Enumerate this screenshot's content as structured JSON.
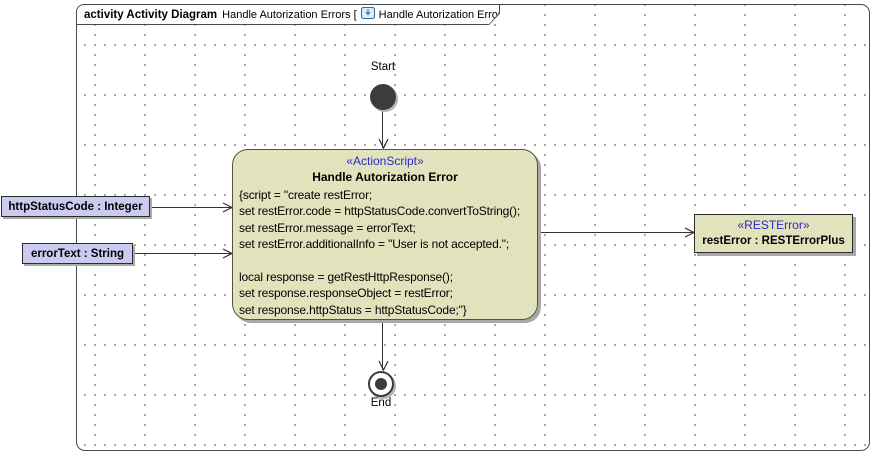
{
  "header": {
    "keyword": "activity Activity Diagram",
    "title_pre": "Handle Autorization Errors [",
    "title_post": "Handle Autorization Errors ]",
    "icon": "activity-diagram-icon"
  },
  "start": {
    "label": "Start"
  },
  "end": {
    "label": "End"
  },
  "action": {
    "stereotype": "«ActionScript»",
    "name": "Handle Autorization Error",
    "body_lines": [
      "{script = \"create restError;",
      "set restError.code = httpStatusCode.convertToString();",
      "set restError.message = errorText;",
      "set restError.additionalInfo = \"User is not accepted.\";",
      "",
      "local response = getRestHttpResponse();",
      "set response.responseObject = restError;",
      "set response.httpStatus = httpStatusCode;\"}"
    ]
  },
  "params": {
    "http": {
      "label": "httpStatusCode : Integer"
    },
    "error": {
      "label": "errorText : String"
    }
  },
  "rest": {
    "stereotype": "«RESTError»",
    "name": "restError : RESTErrorPlus"
  },
  "colors": {
    "stereotype_blue": "#2A2AC8",
    "action_fill": "#E2E3BD",
    "param_fill": "#CBCBF2",
    "node_border": "#4A4A4A",
    "grid_dot": "#8F8F8F",
    "shadow": "#A8A8A8"
  }
}
